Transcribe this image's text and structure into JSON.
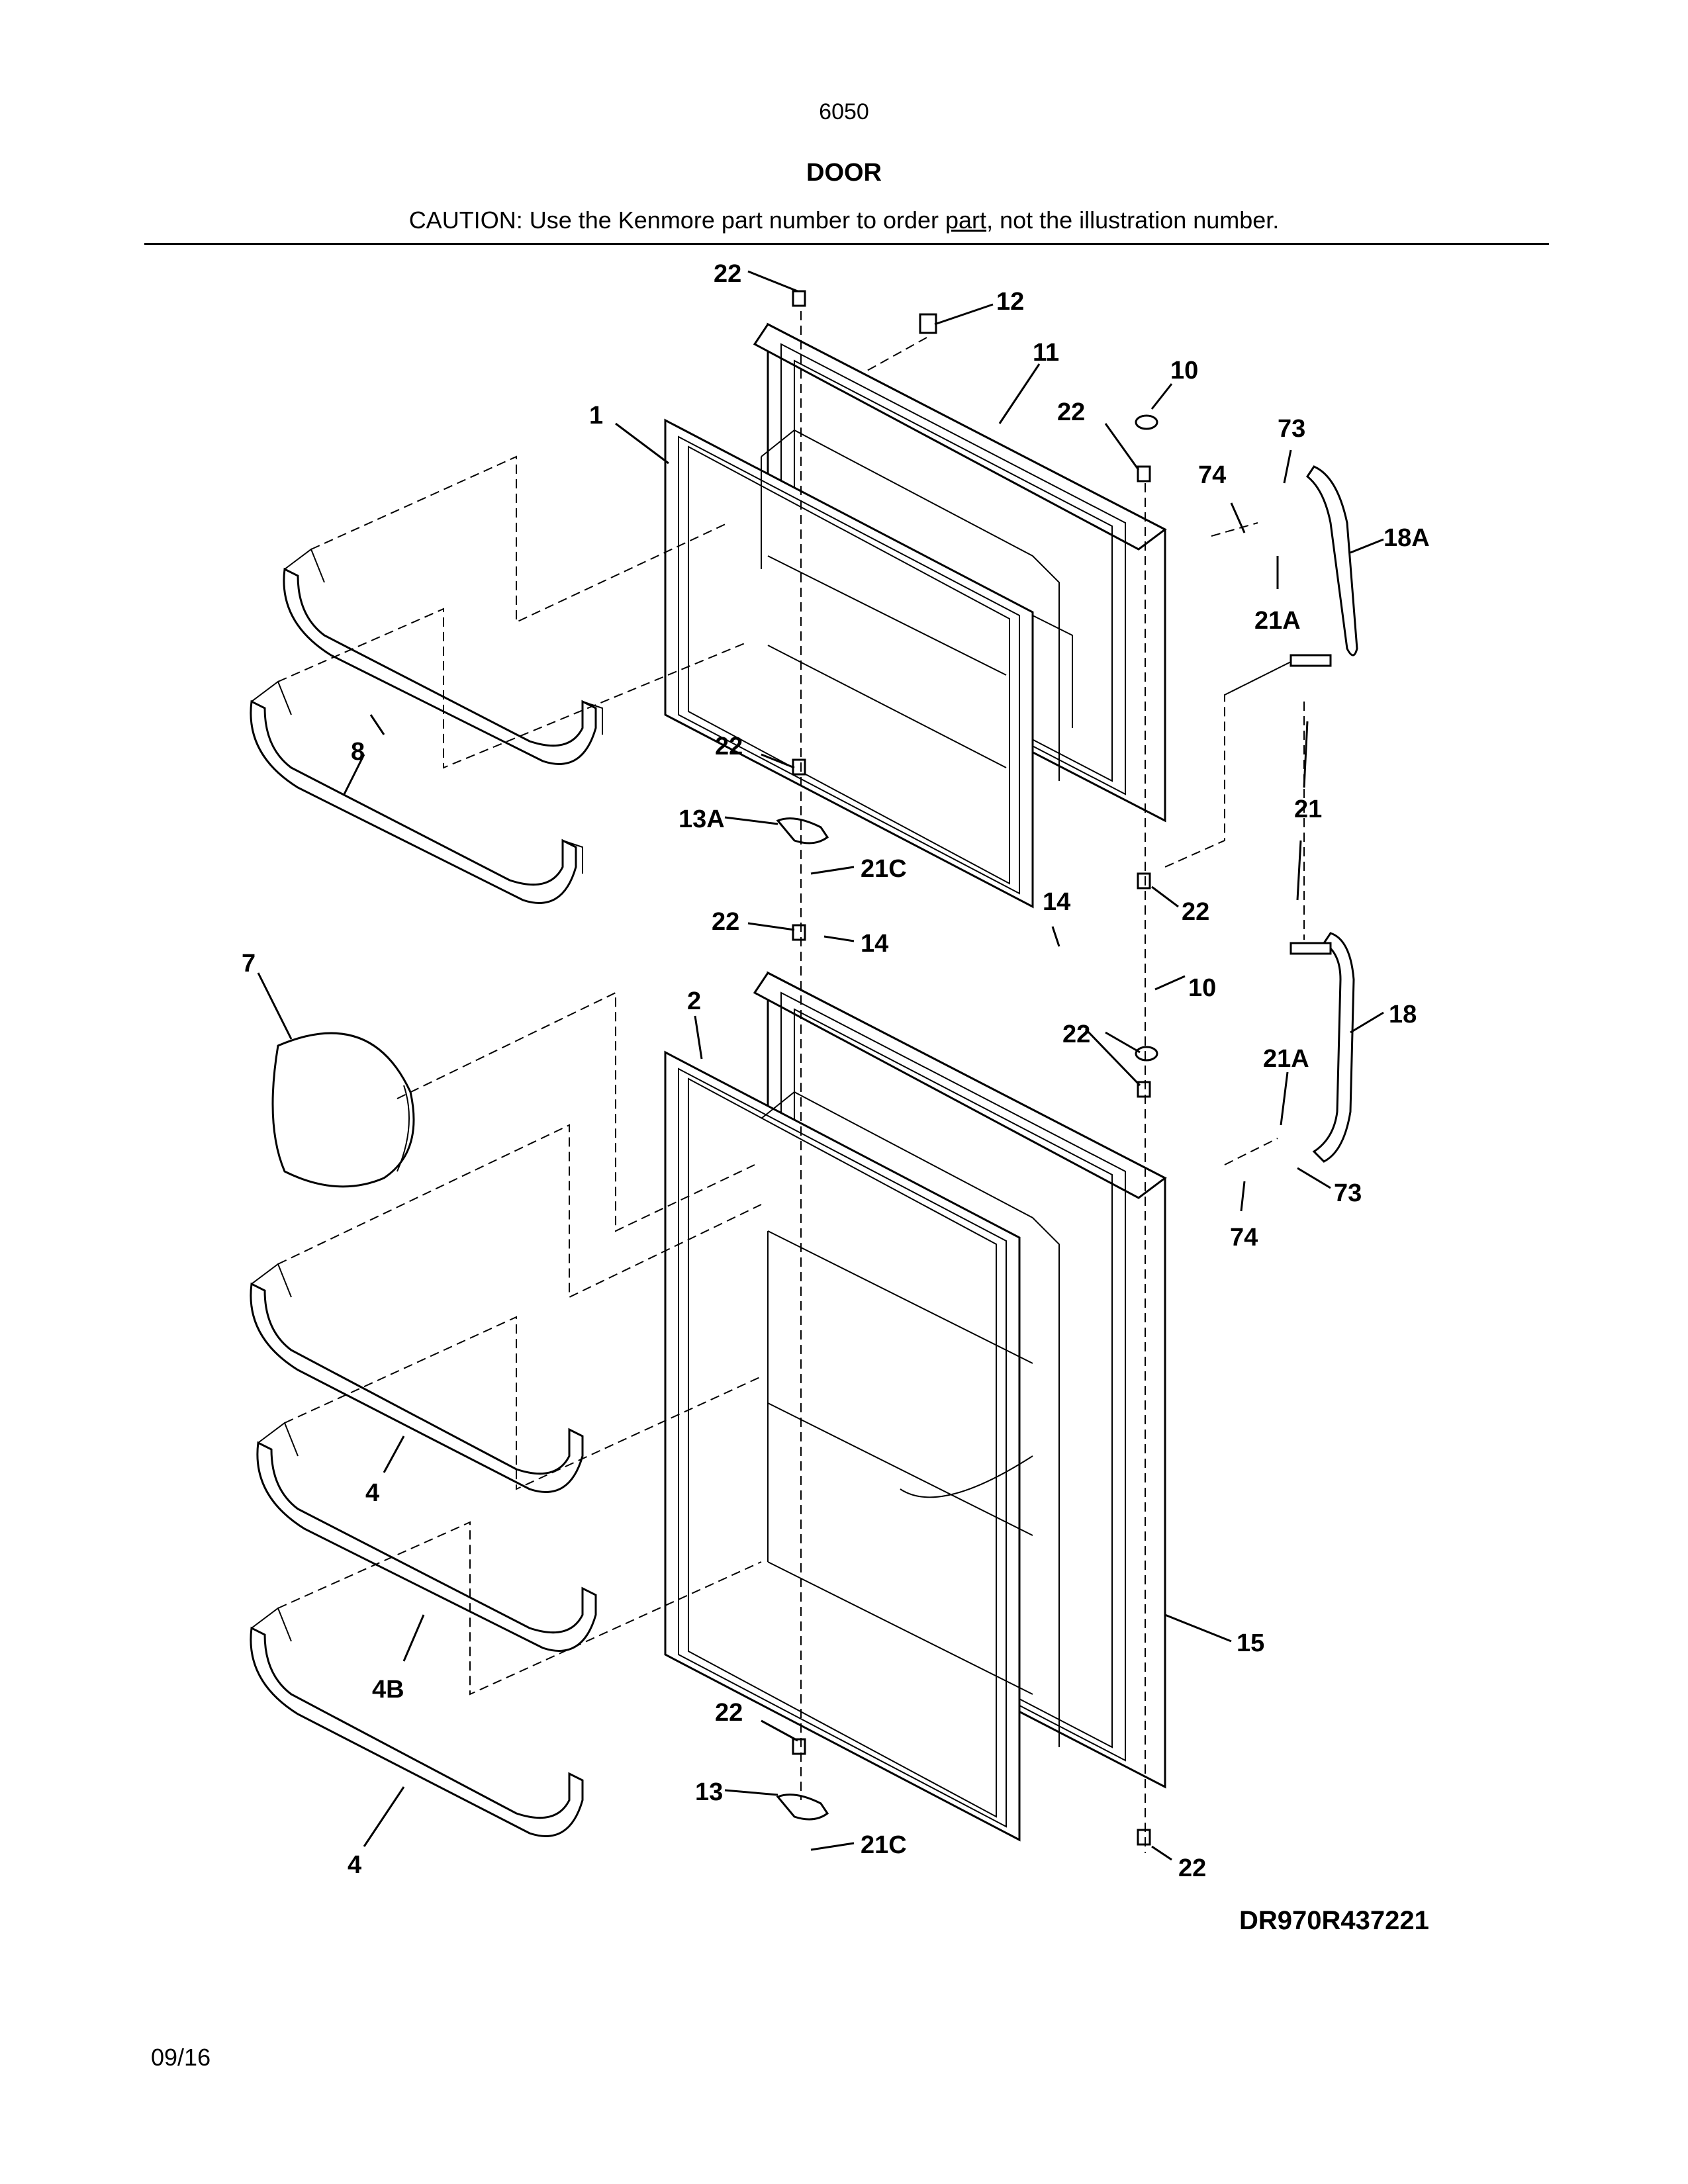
{
  "header": {
    "page_number": "6050",
    "title": "DOOR",
    "caution_prefix": "CAUTION: Use the Kenmore part number to order ",
    "caution_link": "part",
    "caution_suffix": ", not the illustration number."
  },
  "footer": {
    "drawing_code": "DR970R437221",
    "date": "09/16"
  },
  "callouts": {
    "c1": "1",
    "c2": "2",
    "c4a": "4",
    "c4b": "4B",
    "c4c": "4",
    "c7": "7",
    "c8": "8",
    "c10a": "10",
    "c10b": "10",
    "c11": "11",
    "c12": "12",
    "c13": "13",
    "c13a": "13A",
    "c14a": "14",
    "c14b": "14",
    "c15": "15",
    "c18": "18",
    "c18a": "18A",
    "c21": "21",
    "c21a1": "21A",
    "c21a2": "21A",
    "c21c1": "21C",
    "c21c2": "21C",
    "c22_1": "22",
    "c22_2": "22",
    "c22_3": "22",
    "c22_4": "22",
    "c22_5": "22",
    "c22_6": "22",
    "c22_7": "22",
    "c22_8": "22",
    "c73a": "73",
    "c73b": "73",
    "c74a": "74",
    "c74b": "74"
  }
}
